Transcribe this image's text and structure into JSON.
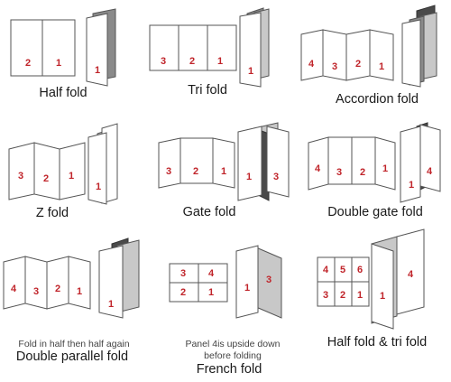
{
  "numbers": {
    "n1": "1",
    "n2": "2",
    "n3": "3",
    "n4": "4",
    "n5": "5",
    "n6": "6"
  },
  "captions": {
    "half_fold": "Half fold",
    "tri_fold": "Tri fold",
    "accordion_fold": "Accordion fold",
    "z_fold": "Z fold",
    "gate_fold": "Gate fold",
    "double_gate_fold": "Double gate fold",
    "double_parallel_fold": "Double parallel fold",
    "french_fold": "French fold",
    "half_fold_tri_fold": "Half fold & tri fold"
  },
  "notes": {
    "double_parallel": "Fold in half then half again",
    "french_line1": "Panel 4is upside down",
    "french_line2": "before folding"
  },
  "colors": {
    "number": "#c0242a",
    "panel_stroke": "#555555",
    "shade": "#8a8a8a"
  }
}
